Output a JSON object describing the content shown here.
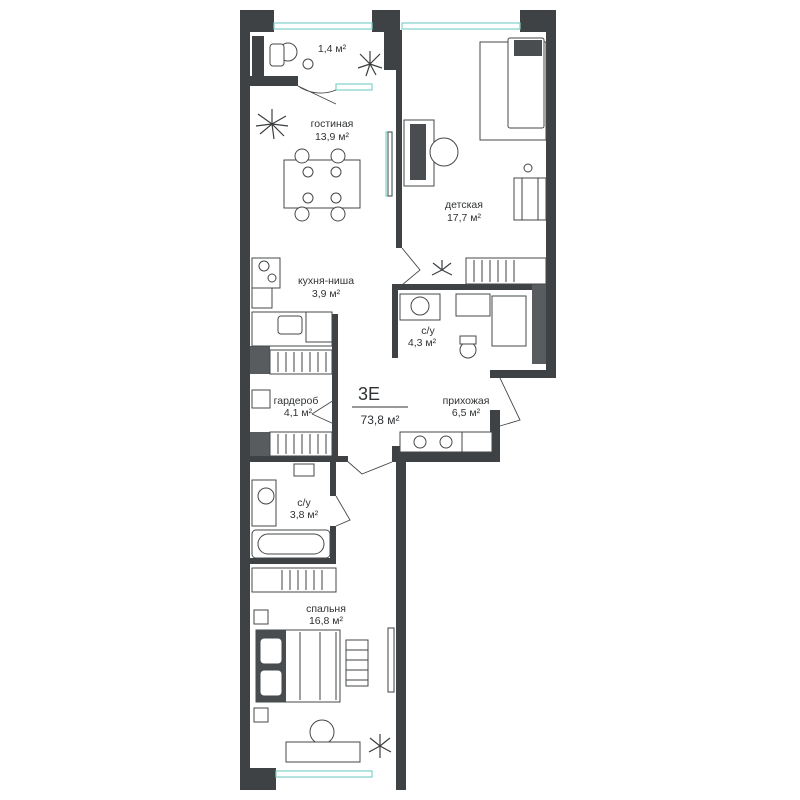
{
  "unit": {
    "code": "3Е",
    "area": "73,8 м²"
  },
  "rooms": [
    {
      "id": "balcony",
      "name": "",
      "area": "1,4 м²"
    },
    {
      "id": "living",
      "name": "гостиная",
      "area": "13,9 м²"
    },
    {
      "id": "kids",
      "name": "детская",
      "area": "17,7 м²"
    },
    {
      "id": "kitchen",
      "name": "кухня-ниша",
      "area": "3,9 м²"
    },
    {
      "id": "bath1",
      "name": "с/у",
      "area": "4,3 м²"
    },
    {
      "id": "wardrobe",
      "name": "гардероб",
      "area": "4,1 м²"
    },
    {
      "id": "hall",
      "name": "прихожая",
      "area": "6,5 м²"
    },
    {
      "id": "bath2",
      "name": "с/у",
      "area": "3,8 м²"
    },
    {
      "id": "bedroom",
      "name": "спальня",
      "area": "16,8 м²"
    }
  ],
  "colors": {
    "wall": "#3f4244",
    "window": "#7fd0c8",
    "background": "#ffffff"
  }
}
